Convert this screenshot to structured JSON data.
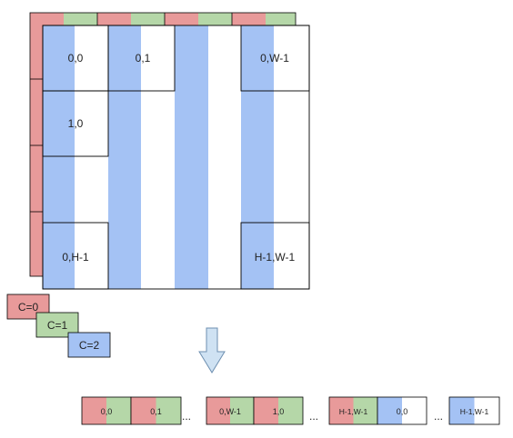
{
  "colors": {
    "red": "#e89a9a",
    "green": "#b5d7a8",
    "blue": "#a4c2f4",
    "white": "#ffffff",
    "arrow_fill": "#cfe2f3",
    "arrow_stroke": "#6d8fb0",
    "stroke": "#000000"
  },
  "grid": {
    "cells": [
      {
        "id": "r0c0",
        "label": "0,0"
      },
      {
        "id": "r0c1",
        "label": "0,1"
      },
      {
        "id": "r0cw",
        "label": "0,W-1"
      },
      {
        "id": "r1c0",
        "label": "1,0"
      },
      {
        "id": "rhc0",
        "label": "0,H-1"
      },
      {
        "id": "rhcw",
        "label": "H-1,W-1"
      }
    ]
  },
  "channels": [
    {
      "label": "C=0",
      "color": "red"
    },
    {
      "label": "C=1",
      "color": "green"
    },
    {
      "label": "C=2",
      "color": "blue"
    }
  ],
  "sequence": {
    "items": [
      {
        "type": "pair",
        "label": "0,0",
        "colors": [
          "red",
          "green"
        ]
      },
      {
        "type": "pair",
        "label": "0,1",
        "colors": [
          "red",
          "green"
        ]
      },
      {
        "type": "ellipsis",
        "label": "..."
      },
      {
        "type": "pair",
        "label": "0,W-1",
        "colors": [
          "red",
          "green"
        ]
      },
      {
        "type": "pair",
        "label": "1,0",
        "colors": [
          "red",
          "green"
        ]
      },
      {
        "type": "ellipsis",
        "label": "..."
      },
      {
        "type": "pair",
        "label": "H-1,W-1",
        "colors": [
          "red",
          "green"
        ]
      },
      {
        "type": "pair",
        "label": "0,0",
        "colors": [
          "blue",
          "white"
        ]
      },
      {
        "type": "ellipsis",
        "label": "..."
      },
      {
        "type": "pair",
        "label": "H-1,W-1",
        "colors": [
          "blue",
          "white"
        ]
      }
    ]
  }
}
